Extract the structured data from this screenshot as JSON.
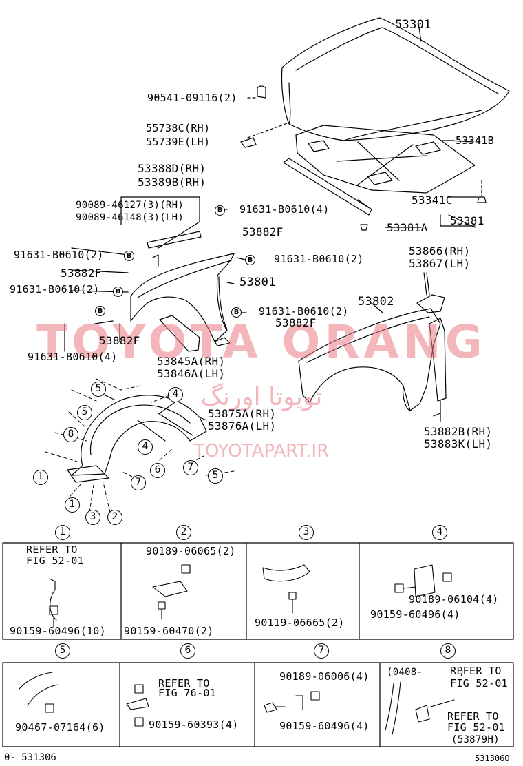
{
  "labels": {
    "hood": "53301",
    "hood_cushion_90541": "90541-09116(2)",
    "cushion_rh": "55738C(RH)",
    "cushion_lh": "55739E(LH)",
    "insulator": "53341B",
    "bracket_90089_rh": "90089-46127(3)(RH)",
    "bracket_90089_lh": "90089-46148(3)(LH)",
    "seal_rh": "53388D(RH)",
    "seal_lh": "53389B(RH)",
    "bolt_91631_4_top": "91631-B0610(4)",
    "pad_53882F_top": "53882F",
    "bolt_91631_2_a": "91631-B0610(2)",
    "pad_53882F_left": "53882F",
    "bolt_91631_2_b": "91631-B0610(2)",
    "bolt_91631_2_right": "91631-B0610(2)",
    "fender_lh_part": "53801",
    "clip_53341C": "53341C",
    "seal_53381A": "53381A",
    "seal_53381": "53381",
    "bracket_rh": "53866(RH)",
    "bracket_lh": "53867(LH)",
    "fender_rh_part": "53802",
    "bolt_91631_2_mid": "91631-B0610(2)",
    "pad_53882F_mid": "53882F",
    "pad_53882F_low": "53882F",
    "bolt_91631_4_low": "91631-B0610(4)",
    "sub_rh": "53845A(RH)",
    "sub_lh": "53846A(LH)",
    "liner_rh": "53875A(RH)",
    "liner_lh": "53876A(LH)",
    "seal_rh_b": "53882B(RH)",
    "seal_lh_k": "53883K(LH)"
  },
  "callouts": {
    "c1": "1",
    "c2": "2",
    "c3": "3",
    "c4": "4",
    "c5": "5",
    "c6": "6",
    "c7": "7",
    "c8": "8"
  },
  "bolt_mark": "B",
  "watermarks": {
    "main": "TOYOTA ORANG",
    "persian": "تویوتا اورنگ",
    "site": "TOYOTAPART.IR"
  },
  "details": {
    "d1": {
      "num": "1",
      "refer": "REFER TO",
      "fig": "FIG 52-01",
      "part": "90159-60496(10)"
    },
    "d2": {
      "num": "2",
      "part_a": "90189-06065(2)",
      "part_b": "90159-60470(2)"
    },
    "d3": {
      "num": "3",
      "part": "90119-06665(2)"
    },
    "d4": {
      "num": "4",
      "part_a": "90189-06104(4)",
      "part_b": "90159-60496(4)"
    },
    "d5": {
      "num": "5",
      "part": "90467-07164(6)"
    },
    "d6": {
      "num": "6",
      "refer": "REFER TO",
      "fig": "FIG 76-01",
      "part": "90159-60393(4)"
    },
    "d7": {
      "num": "7",
      "part_a": "90189-06006(4)",
      "part_b": "90159-60496(4)"
    },
    "d8": {
      "num": "8",
      "date": "(0408-      )",
      "refer_a": "REFER TO",
      "fig_a": "FIG 52-01",
      "refer_b": "REFER TO",
      "fig_b": "FIG 52-01",
      "part": "(53879H)"
    }
  },
  "footer": {
    "left": "0- 531306",
    "right": "531306O"
  }
}
